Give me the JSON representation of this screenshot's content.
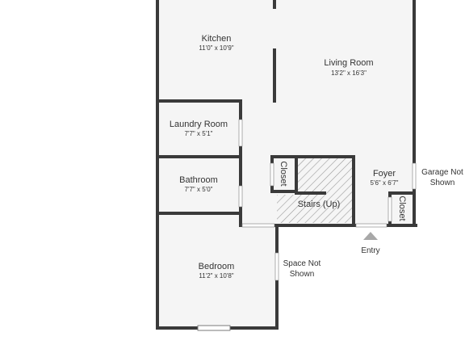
{
  "plan": {
    "colors": {
      "wall": "#3a3a3a",
      "floor": "#f5f5f5",
      "background": "#ffffff",
      "opening": "#ffffff",
      "hatch": "#9a9a9a",
      "entry_marker": "#a8a8a8",
      "text": "#333333"
    },
    "rooms": {
      "kitchen": {
        "name": "Kitchen",
        "dims": "11'0\" x 10'9\""
      },
      "living_room": {
        "name": "Living Room",
        "dims": "13'2\" x 16'3\""
      },
      "laundry_room": {
        "name": "Laundry Room",
        "dims": "7'7\" x 5'1\""
      },
      "bathroom": {
        "name": "Bathroom",
        "dims": "7'7\" x 5'0\""
      },
      "foyer": {
        "name": "Foyer",
        "dims": "5'6\" x 6'7\""
      },
      "bedroom": {
        "name": "Bedroom",
        "dims": "11'2\" x 10'8\""
      },
      "stairs": {
        "name": "Stairs (Up)"
      },
      "closet_left": {
        "name": "Closet"
      },
      "closet_right": {
        "name": "Closet"
      }
    },
    "notes": {
      "garage": [
        "Garage Not",
        "Shown"
      ],
      "space": [
        "Space Not",
        "Shown"
      ],
      "entry": "Entry"
    }
  }
}
